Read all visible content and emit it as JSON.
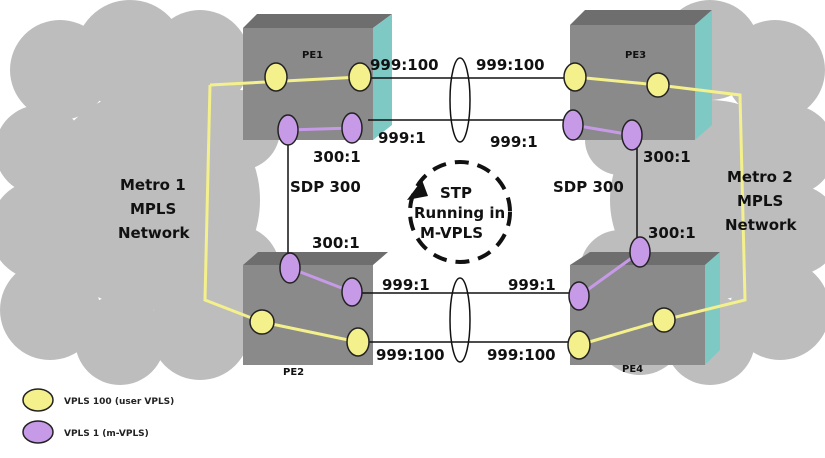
{
  "colors": {
    "user_vpls": "#f4f08c",
    "m_vpls": "#c79ae8",
    "cloud": "#bdbdbd",
    "box": "#8a8a8a",
    "box_side": "#7fc9c4"
  },
  "routers": {
    "pe1": "PE1",
    "pe2": "PE2",
    "pe3": "PE3",
    "pe4": "PE4"
  },
  "clouds": {
    "left": [
      "Metro 1",
      "MPLS",
      "Network"
    ],
    "right": [
      "Metro 2",
      "MPLS",
      "Network"
    ]
  },
  "links": {
    "top_100_left": "999:100",
    "top_100_right": "999:100",
    "top_1_left": "999:1",
    "top_1_right": "999:1",
    "bot_1_left": "999:1",
    "bot_1_right": "999:1",
    "bot_100_left": "999:100",
    "bot_100_right": "999:100"
  },
  "sdp": {
    "left_label": "SDP 300",
    "right_label": "SDP 300",
    "left_top": "300:1",
    "left_bottom": "300:1",
    "right_top": "300:1",
    "right_bottom": "300:1"
  },
  "stp": [
    "STP",
    "Running in",
    "M-VPLS"
  ],
  "legend": [
    {
      "label": "VPLS 100 (user VPLS)",
      "color": "#f4f08c"
    },
    {
      "label": "VPLS 1 (m-VPLS)",
      "color": "#c79ae8"
    }
  ]
}
